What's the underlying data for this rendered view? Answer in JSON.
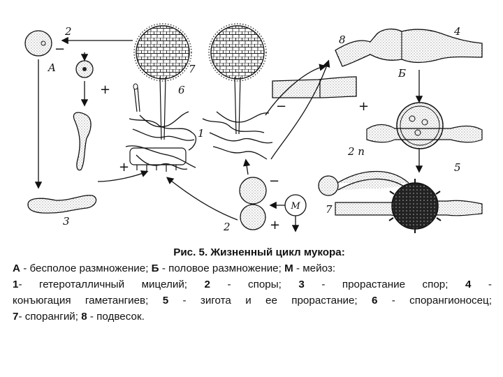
{
  "figure": {
    "labels": {
      "l2_top": "2",
      "lA": "A",
      "l7_mid": "7",
      "l6_mid": "6",
      "l1": "1",
      "l3": "3",
      "l2_bottom": "2",
      "l7_bottom": "7",
      "l8": "8",
      "l4": "4",
      "lB": "Б",
      "l2n": "2 п",
      "l5": "5",
      "meiosis": "M"
    },
    "signs": {
      "minus_top": "−",
      "plus_a": "+",
      "plus_left": "+",
      "minus_bottom": "−",
      "plus_bottom": "+",
      "minus_right": "−",
      "plus_right": "+"
    }
  },
  "caption": {
    "title": "Рис. 5. Жизненный цикл мукора:",
    "line1": [
      {
        "k": "А",
        "t": " - бесполое размножение; "
      },
      {
        "k": "Б",
        "t": " - половое размножение;   "
      },
      {
        "k": "М",
        "t": " - мейоз:"
      }
    ],
    "line2": [
      {
        "k": "1",
        "t": "- гетероталличный мицелий;"
      },
      {
        "k": "2",
        "t": " - споры;"
      },
      {
        "k": "3",
        "t": " - прорастание спор;"
      },
      {
        "k": "4",
        "t": " -"
      }
    ],
    "line3": [
      {
        "k": "",
        "t": "конъюгация гаметангиев;"
      },
      {
        "k": "5",
        "t": " - зигота и ее прорастание;"
      },
      {
        "k": "6",
        "t": " - спорангионосец;"
      }
    ],
    "line4": [
      {
        "k": "7",
        "t": "- спорангий;  "
      },
      {
        "k": "8",
        "t": " - подвесок."
      }
    ]
  }
}
